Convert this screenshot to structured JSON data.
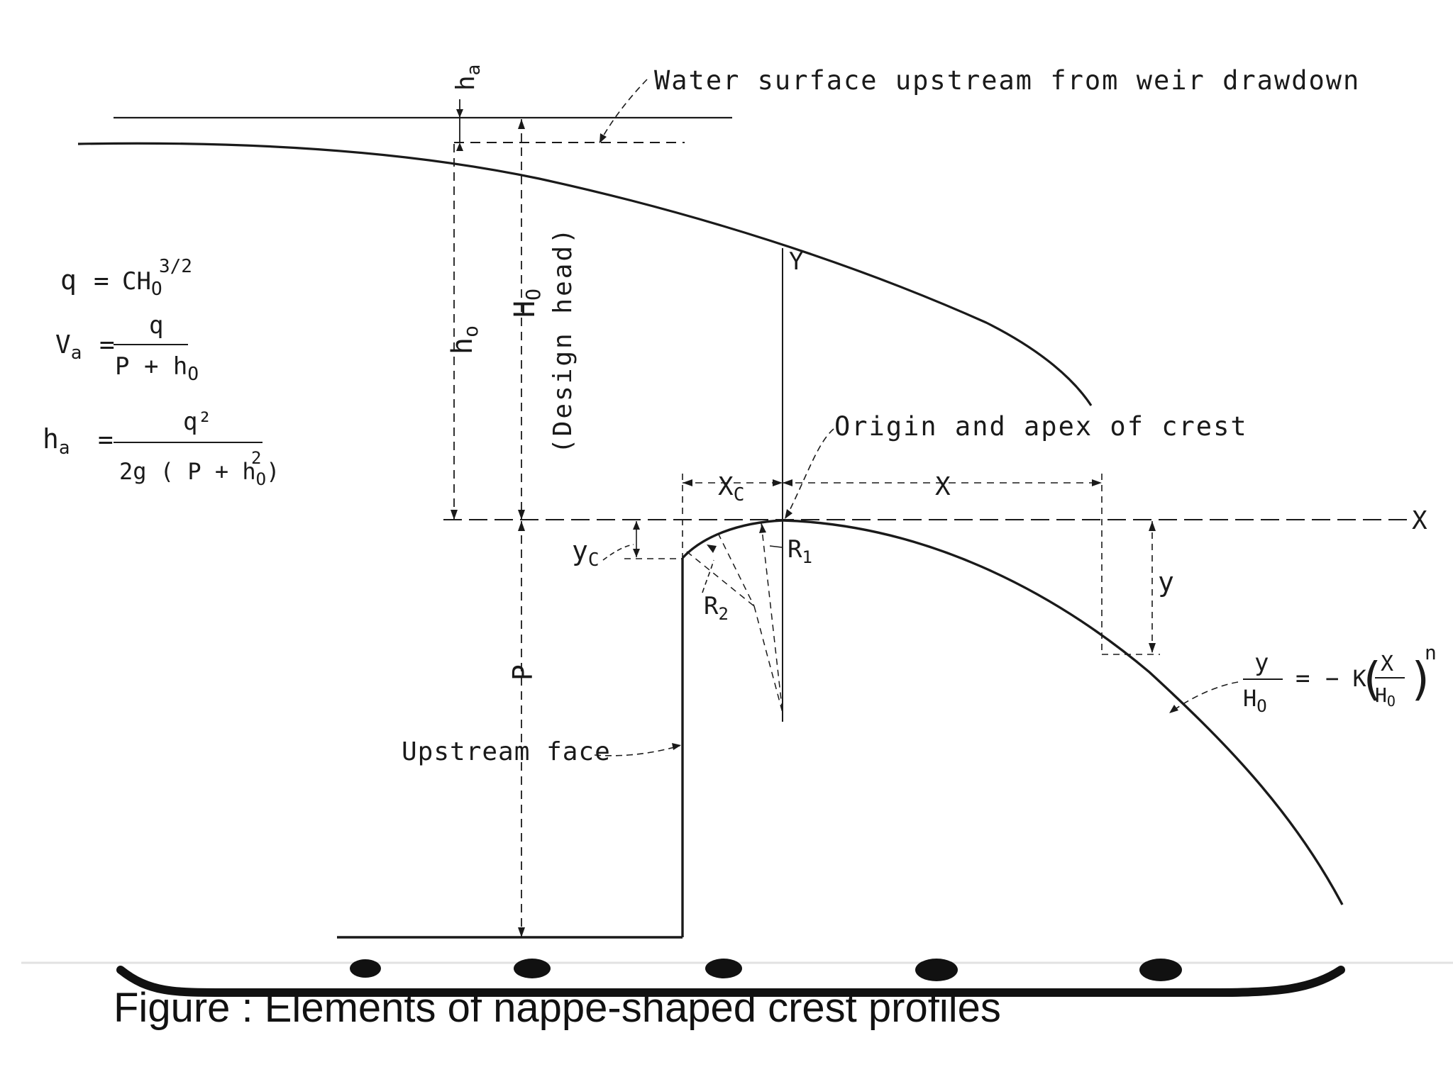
{
  "labels": {
    "ha_top": "h",
    "ha_top_sub": "a",
    "water_surface": "Water surface upstream from weir drawdown",
    "Y_upper": "Y",
    "ho_vert": "h",
    "ho_vert_sub": "o",
    "Ho_vert": "H",
    "Ho_vert_sub": "O",
    "design_head": "(Design head)",
    "origin_apex": "Origin and apex of crest",
    "xc": "X",
    "xc_sub": "C",
    "x_upper": "X",
    "x_axis": "X",
    "yc": "y",
    "yc_sub": "C",
    "r1": "R",
    "r1_sub": "1",
    "r2": "R",
    "r2_sub": "2",
    "y_right": "y",
    "p_vert": "P",
    "upstream_face": "Upstream face"
  },
  "equations": {
    "q_lhs": "q",
    "q_eq": "=",
    "q_rhs": "CH",
    "q_rhs_sub": "O",
    "q_rhs_sup": "3/2",
    "va_lhs": "V",
    "va_lhs_sub": "a",
    "va_eq": "=",
    "va_num": "q",
    "va_den": "P + h",
    "va_den_sub": "O",
    "ha_lhs": "h",
    "ha_lhs_sub": "a",
    "ha_eq": "=",
    "ha_num": "q²",
    "ha_den": "2g ( P + h",
    "ha_den_sub": "O",
    "ha_den_close": ")",
    "ha_den_sup": "2",
    "profile_num": "y",
    "profile_den": "H",
    "profile_den_sub": "O",
    "profile_eq": "=",
    "profile_rhs": "− K",
    "profile_inner_num": "X",
    "profile_inner_den": "H",
    "profile_inner_den_sub": "O",
    "profile_exp": "n"
  },
  "caption": "Figure : Elements of nappe-shaped crest profiles"
}
